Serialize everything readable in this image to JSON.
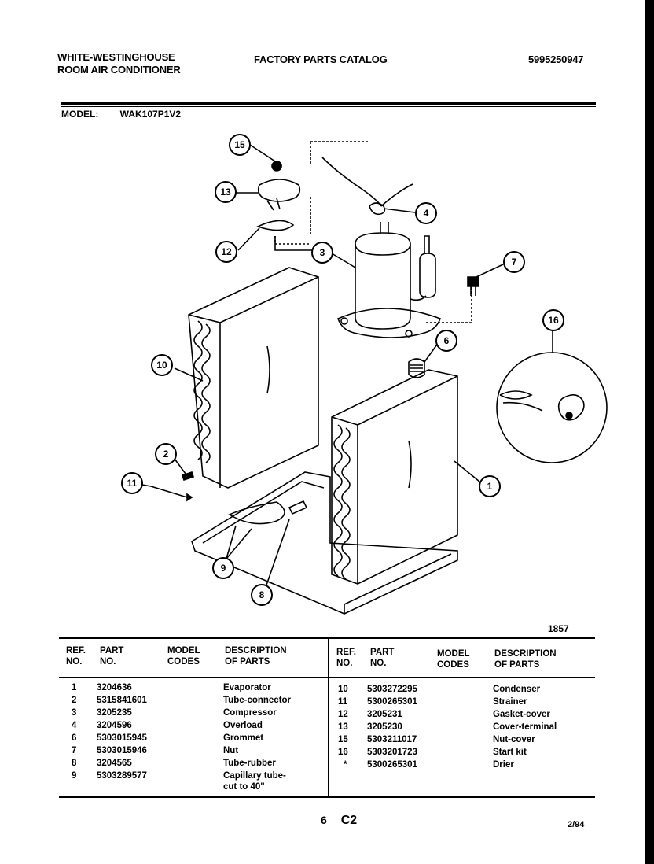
{
  "header": {
    "brand_line1": "WHITE-WESTINGHOUSE",
    "brand_line2": "ROOM AIR CONDITIONER",
    "title": "FACTORY PARTS CATALOG",
    "catalog_number": "5995250947"
  },
  "model": {
    "label": "MODEL:",
    "value": "WAK107P1V2"
  },
  "figure_number": "1857",
  "callouts": [
    "15",
    "13",
    "12",
    "4",
    "3",
    "7",
    "16",
    "6",
    "10",
    "1",
    "2",
    "11",
    "9",
    "8"
  ],
  "table": {
    "headers": {
      "ref": [
        "REF.",
        "NO."
      ],
      "part": [
        "PART",
        "NO."
      ],
      "model": [
        "MODEL",
        "CODES"
      ],
      "desc": [
        "DESCRIPTION",
        "OF PARTS"
      ]
    },
    "left_rows": [
      {
        "ref": "1",
        "part": "3204636",
        "desc": "Evaporator"
      },
      {
        "ref": "2",
        "part": "5315841601",
        "desc": "Tube-connector"
      },
      {
        "ref": "3",
        "part": "3205235",
        "desc": "Compressor"
      },
      {
        "ref": "4",
        "part": "3204596",
        "desc": "Overload"
      },
      {
        "ref": "6",
        "part": "5303015945",
        "desc": "Grommet"
      },
      {
        "ref": "7",
        "part": "5303015946",
        "desc": "Nut"
      },
      {
        "ref": "8",
        "part": "3204565",
        "desc": "Tube-rubber"
      },
      {
        "ref": "9",
        "part": "5303289577",
        "desc": "Capillary tube-",
        "desc2": "cut to 40\""
      }
    ],
    "right_rows": [
      {
        "ref": "10",
        "part": "5303272295",
        "desc": "Condenser"
      },
      {
        "ref": "11",
        "part": "5300265301",
        "desc": "Strainer"
      },
      {
        "ref": "12",
        "part": "3205231",
        "desc": "Gasket-cover"
      },
      {
        "ref": "13",
        "part": "3205230",
        "desc": "Cover-terminal"
      },
      {
        "ref": "15",
        "part": "5303211017",
        "desc": "Nut-cover"
      },
      {
        "ref": "16",
        "part": "5303201723",
        "desc": "Start kit"
      },
      {
        "ref": "*",
        "part": "5300265301",
        "desc": "Drier"
      }
    ]
  },
  "footer": {
    "page": "6",
    "section": "C2",
    "date": "2/94"
  }
}
